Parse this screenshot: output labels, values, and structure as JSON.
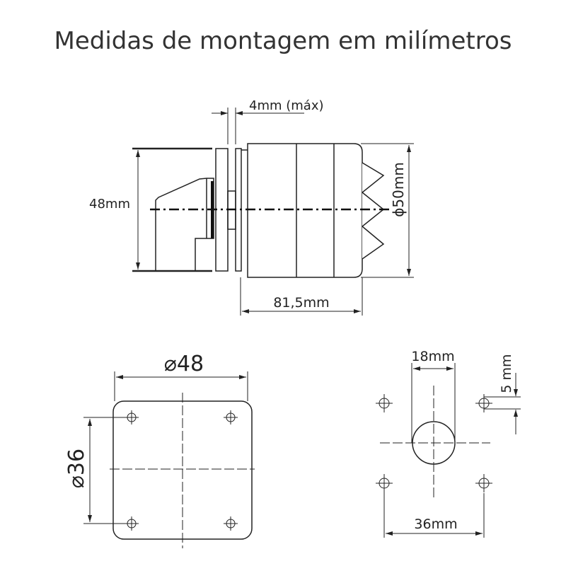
{
  "title": "Medidas de montagem em milímetros",
  "side_view": {
    "panel_thickness": "4mm (máx)",
    "height": "48mm",
    "diameter": "ϕ50mm",
    "depth": "81,5mm"
  },
  "front_plate": {
    "width": "⌀48",
    "hole_spacing": "⌀36"
  },
  "panel_cutout": {
    "hole_diameter": "18mm",
    "mounting_hole": "5 mm",
    "hole_spacing": "36mm"
  }
}
